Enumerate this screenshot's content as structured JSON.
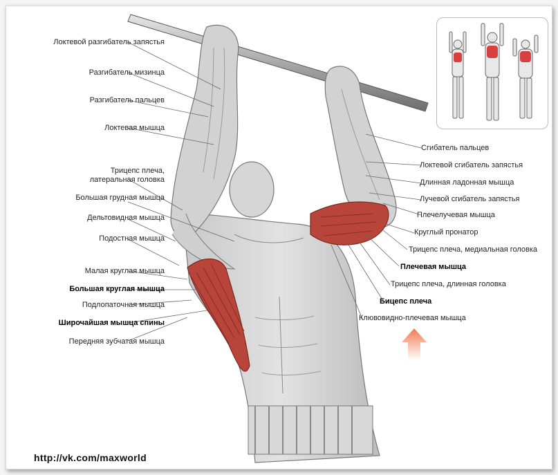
{
  "figure": {
    "left_labels": [
      {
        "text": "Локтевой разгибатель запястья",
        "bold": false
      },
      {
        "text": "Разгибатель мизинца",
        "bold": false
      },
      {
        "text": "Разгибатель пальцев",
        "bold": false
      },
      {
        "text": "Локтевая мышца",
        "bold": false
      },
      {
        "text": "Трицепс плеча, латеральная головка",
        "bold": false
      },
      {
        "text": "Большая грудная мышца",
        "bold": false
      },
      {
        "text": "Дельтовидная мышца",
        "bold": false
      },
      {
        "text": "Подостная мышца",
        "bold": false
      },
      {
        "text": "Малая круглая мышца",
        "bold": false
      },
      {
        "text": "Большая круглая мышца",
        "bold": true
      },
      {
        "text": "Подлопаточная мышца",
        "bold": false
      },
      {
        "text": "Широчайшая мышца спины",
        "bold": true
      },
      {
        "text": "Передняя зубчатая мышца",
        "bold": false
      }
    ],
    "right_labels": [
      {
        "text": "Сгибатель пальцев",
        "bold": false
      },
      {
        "text": "Локтевой сгибатель запястья",
        "bold": false
      },
      {
        "text": "Длинная ладонная мышца",
        "bold": false
      },
      {
        "text": "Лучевой сгибатель запястья",
        "bold": false
      },
      {
        "text": "Плечелучевая мышца",
        "bold": false
      },
      {
        "text": "Круглый пронатор",
        "bold": false
      },
      {
        "text": "Трицепс плеча, медиальная головка",
        "bold": false
      },
      {
        "text": "Плечевая мышца",
        "bold": true
      },
      {
        "text": "Трицепс плеча, длинная головка",
        "bold": false
      },
      {
        "text": "Бицепс плеча",
        "bold": true
      },
      {
        "text": "Клювовидно-плечевая мышца",
        "bold": false
      }
    ],
    "watermark": "http://vk.com/maxworld",
    "colors": {
      "highlight_muscle": "#b8443a",
      "arrow": "#f07a50",
      "line": "#666666",
      "skin": "#d4d4d4"
    }
  }
}
